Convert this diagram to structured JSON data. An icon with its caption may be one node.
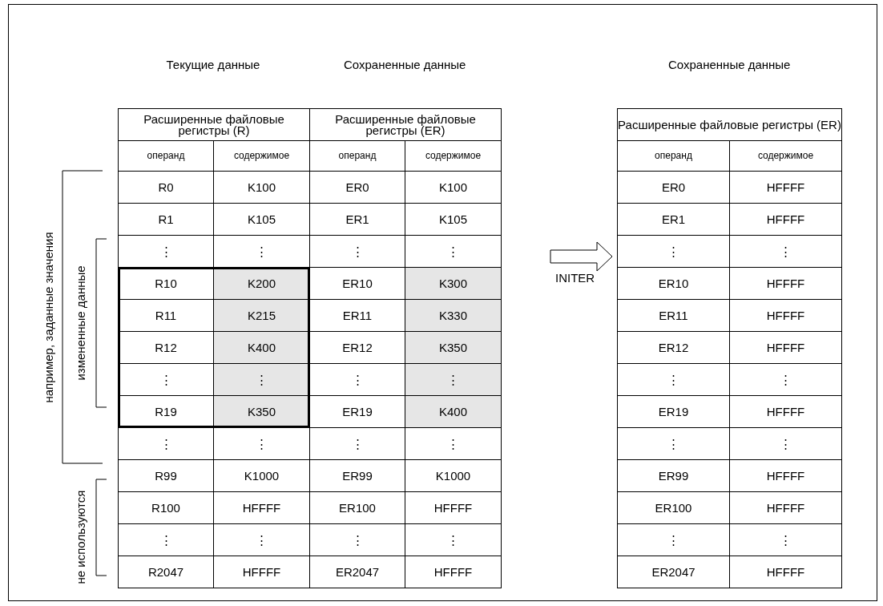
{
  "diagram": {
    "labels": [
      "Текущие данные",
      "Сохраненные данные",
      "Сохраненные данные",
      "Расширенные файловые регистры (R)",
      "Расширенные файловые регистры (ER)",
      "операнд",
      "содержимое",
      "операнд",
      "содержимое",
      "R0",
      "K100",
      "ER0",
      "K100",
      "R1",
      "K105",
      "ER1",
      "K105",
      "⋮",
      "⋮",
      "⋮",
      "⋮",
      "R10",
      "K200",
      "ER10",
      "K300",
      "R11",
      "K215",
      "ER11",
      "K330",
      "R12",
      "K400",
      "ER12",
      "K350",
      "⋮",
      "⋮",
      "⋮",
      "⋮",
      "R19",
      "K350",
      "ER19",
      "K400",
      "⋮",
      "⋮",
      "⋮",
      "⋮",
      "R99",
      "K1000",
      "ER99",
      "K1000",
      "R100",
      "HFFFF",
      "ER100",
      "HFFFF",
      "⋮",
      "⋮",
      "⋮",
      "⋮",
      "R2047",
      "HFFFF",
      "ER2047",
      "HFFFF",
      "Расширенные файловые регистры (ER)",
      "операнд",
      "содержимое",
      "ER0",
      "HFFFF",
      "ER1",
      "HFFFF",
      "⋮",
      "⋮",
      "ER10",
      "HFFFF",
      "ER11",
      "HFFFF",
      "ER12",
      "HFFFF",
      "⋮",
      "⋮",
      "ER19",
      "HFFFF",
      "⋮",
      "⋮",
      "ER99",
      "HFFFF",
      "ER100",
      "HFFFF",
      "⋮",
      "⋮",
      "ER2047",
      "HFFFF",
      "например, заданные значения",
      "измененные данные",
      "не используются",
      "INITER"
    ]
  }
}
